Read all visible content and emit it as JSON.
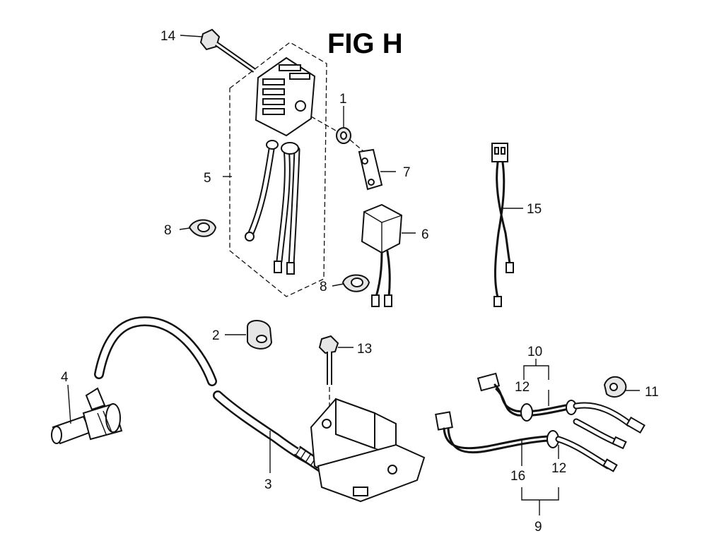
{
  "figure": {
    "title": "FIG H"
  },
  "callouts": {
    "c1": "1",
    "c2": "2",
    "c3": "3",
    "c4": "4",
    "c5": "5",
    "c6": "6",
    "c7": "7",
    "c8a": "8",
    "c8b": "8",
    "c9": "9",
    "c10": "10",
    "c11": "11",
    "c12a": "12",
    "c12b": "12",
    "c13": "13",
    "c14": "14",
    "c15": "15",
    "c16": "16"
  }
}
